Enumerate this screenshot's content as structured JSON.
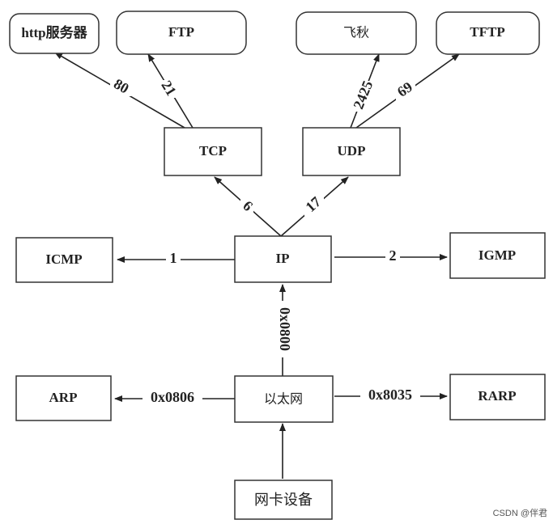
{
  "nodes": {
    "http": "http服务器",
    "ftp": "FTP",
    "feiqiu": "飞秋",
    "tftp": "TFTP",
    "tcp": "TCP",
    "udp": "UDP",
    "icmp": "ICMP",
    "ip": "IP",
    "igmp": "IGMP",
    "arp": "ARP",
    "ethernet": "以太网",
    "rarp": "RARP",
    "nic": "网卡设备"
  },
  "edges": {
    "tcp_http": "80",
    "tcp_ftp": "21",
    "udp_feiqiu": "2425",
    "udp_tftp": "69",
    "ip_tcp": "6",
    "ip_udp": "17",
    "ip_icmp": "1",
    "ip_igmp": "2",
    "eth_ip": "0x0800",
    "eth_arp": "0x0806",
    "eth_rarp": "0x8035"
  },
  "watermark": "CSDN @伴君"
}
